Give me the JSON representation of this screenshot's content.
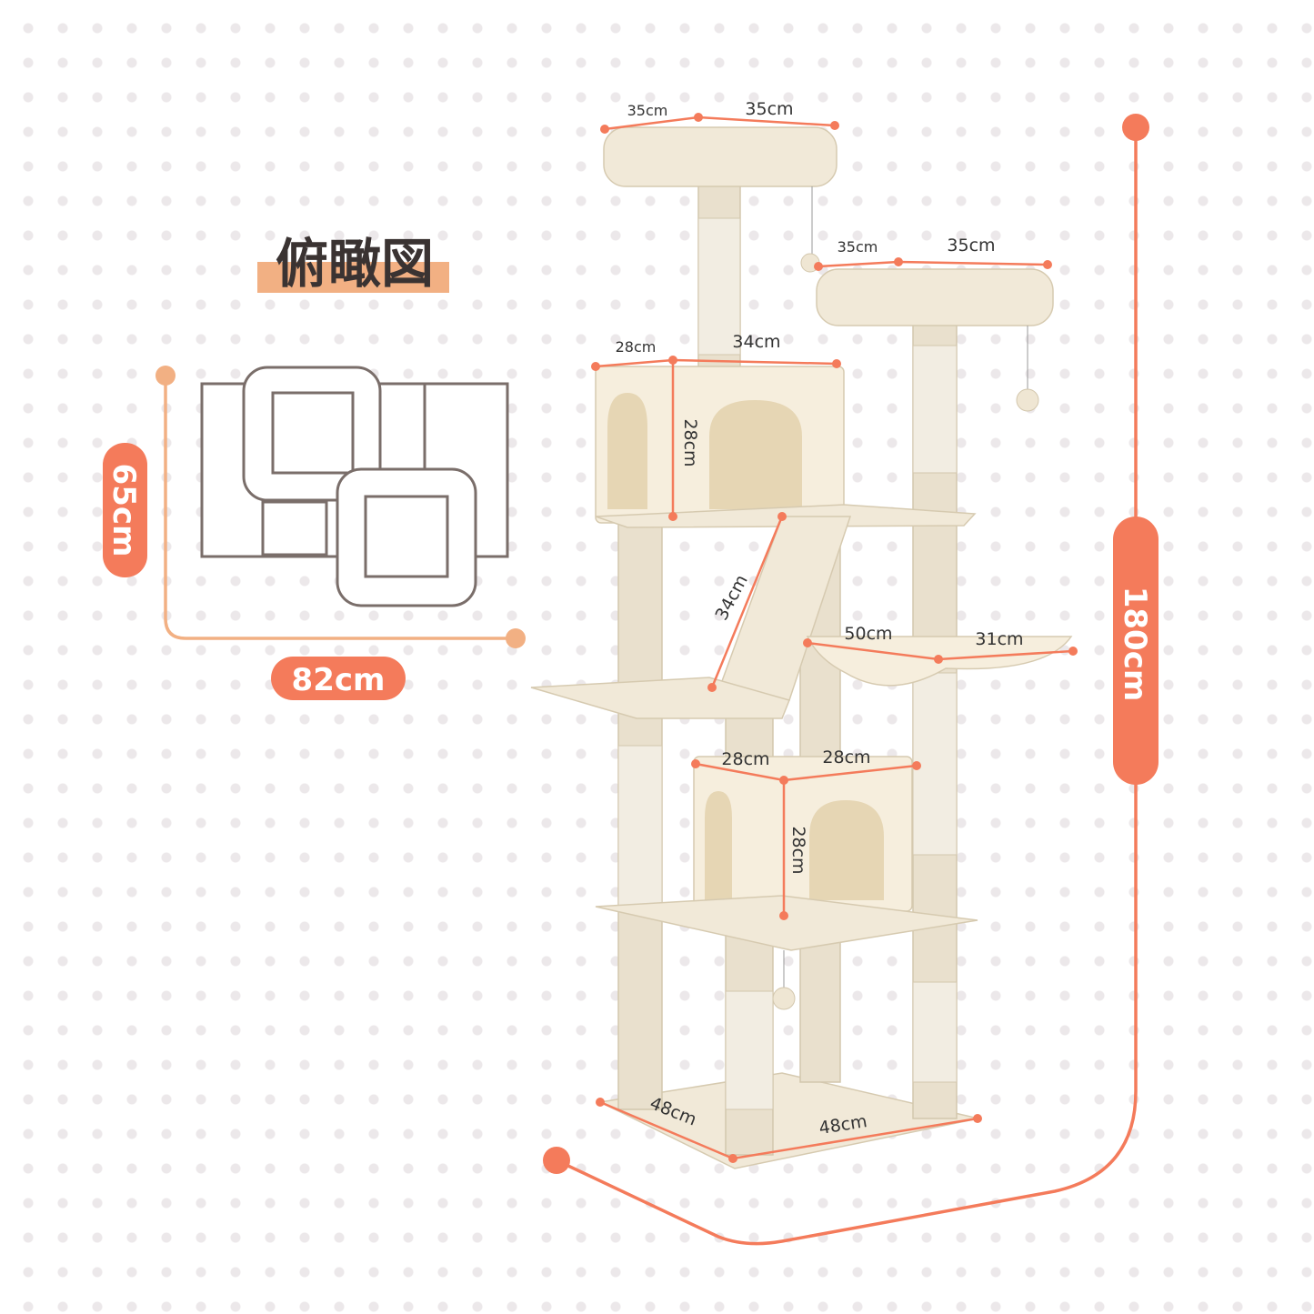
{
  "title": "俯瞰図",
  "colors": {
    "accent": "#f47b5b",
    "title_highlight": "#f2b083",
    "plan_stroke": "#7a6e6a",
    "plush": "#f1e9d8"
  },
  "top_view": {
    "depth": "65cm",
    "width": "82cm"
  },
  "total_height": "180cm",
  "dimensions": {
    "top_perch_depth": "35cm",
    "top_perch_width": "35cm",
    "second_perch_depth": "35cm",
    "second_perch_width": "35cm",
    "upper_condo_depth": "28cm",
    "upper_condo_width": "34cm",
    "upper_condo_height": "28cm",
    "ramp_length": "34cm",
    "hammock_width": "50cm",
    "hammock_depth": "31cm",
    "lower_condo_depth": "28cm",
    "lower_condo_width": "28cm",
    "lower_condo_height": "28cm",
    "base_depth": "48cm",
    "base_width": "48cm"
  }
}
